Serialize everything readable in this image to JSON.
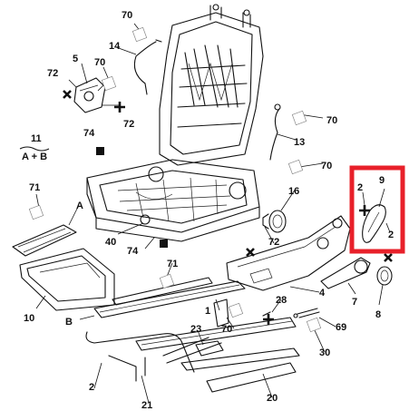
{
  "labels": {
    "l70_top": "70",
    "l14": "14",
    "l5": "5",
    "l72_a": "72",
    "l70_b": "70",
    "l72_b": "72",
    "l11": "11",
    "l_ab": "A + B",
    "l74_a": "74",
    "l71_a": "71",
    "l_a": "A",
    "l40": "40",
    "l74_b": "74",
    "l10": "10",
    "l_b": "B",
    "l71_b": "71",
    "l1": "1",
    "l23": "23",
    "l70_c": "70",
    "l2_a": "2",
    "l21": "21",
    "l20": "20",
    "l70_d": "70",
    "l13": "13",
    "l70_e": "70",
    "l16": "16",
    "l72_c": "72",
    "l4": "4",
    "l28": "28",
    "l69": "69",
    "l30": "30",
    "l2_b": "2",
    "l9": "9",
    "l2_c": "2",
    "l7": "7",
    "l8": "8"
  },
  "highlight": {
    "color": "#e8202a"
  }
}
